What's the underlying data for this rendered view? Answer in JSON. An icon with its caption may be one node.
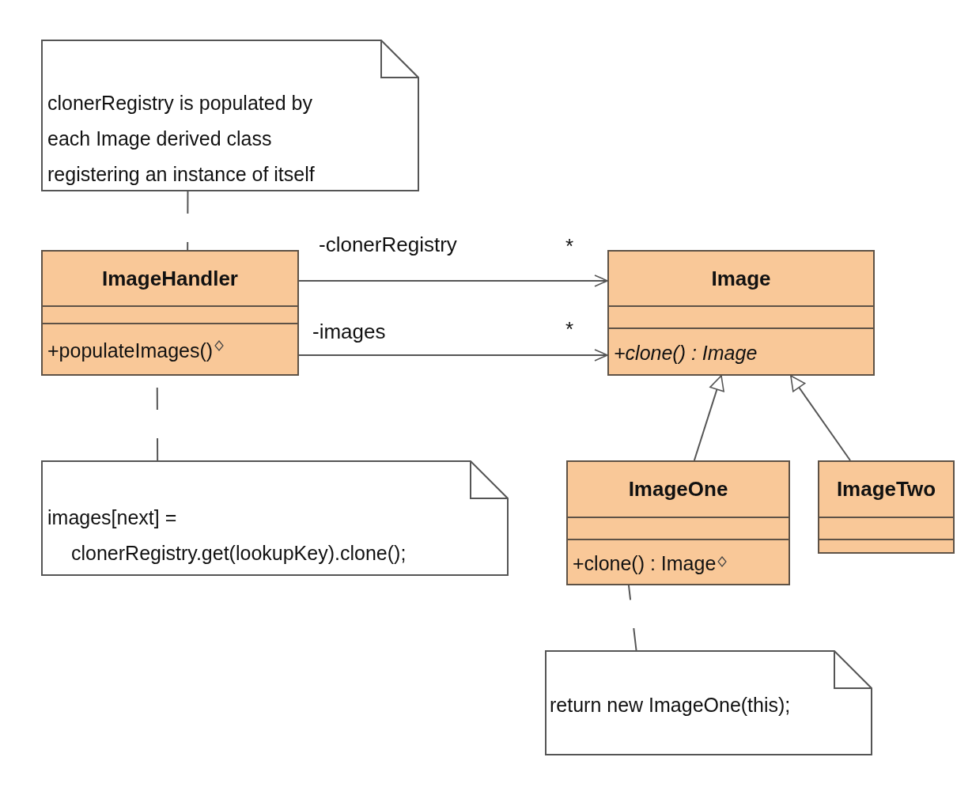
{
  "diagram": {
    "nodes": [
      {
        "text": [
          "clonerRegistry is populated by each Image derived class registering an instance of itself"
        ]
      },
      {
        "text": [
          "ImageHandler",
          "+populateImages()"
        ]
      },
      {
        "text": [
          "Image",
          "+clone() : Image"
        ]
      },
      {
        "text": [
          "images[next] = clonerRegistry.get(lookupKey).clone();"
        ]
      },
      {
        "text": [
          "ImageOne",
          "+clone() : Image"
        ]
      },
      {
        "text": [
          "ImageTwo"
        ]
      },
      {
        "text": [
          "return new ImageOne(this);"
        ]
      }
    ],
    "edges": [
      {
        "from": 0,
        "to": 1,
        "arrow": "none",
        "style": "dashed"
      },
      {
        "from": 1,
        "to": 2,
        "arrow": "to",
        "label": "-clonerRegistry"
      },
      {
        "from": 1,
        "to": 2,
        "arrow": "to",
        "label": "-images"
      },
      {
        "from": 3,
        "to": 1,
        "arrow": "none",
        "style": "dashed"
      },
      {
        "from": 4,
        "to": 2,
        "arrow": "to"
      },
      {
        "from": 5,
        "to": 2,
        "arrow": "to"
      },
      {
        "from": 6,
        "to": 4,
        "arrow": "none",
        "style": "dashed"
      }
    ],
    "labels": [
      "*",
      "*"
    ]
  }
}
